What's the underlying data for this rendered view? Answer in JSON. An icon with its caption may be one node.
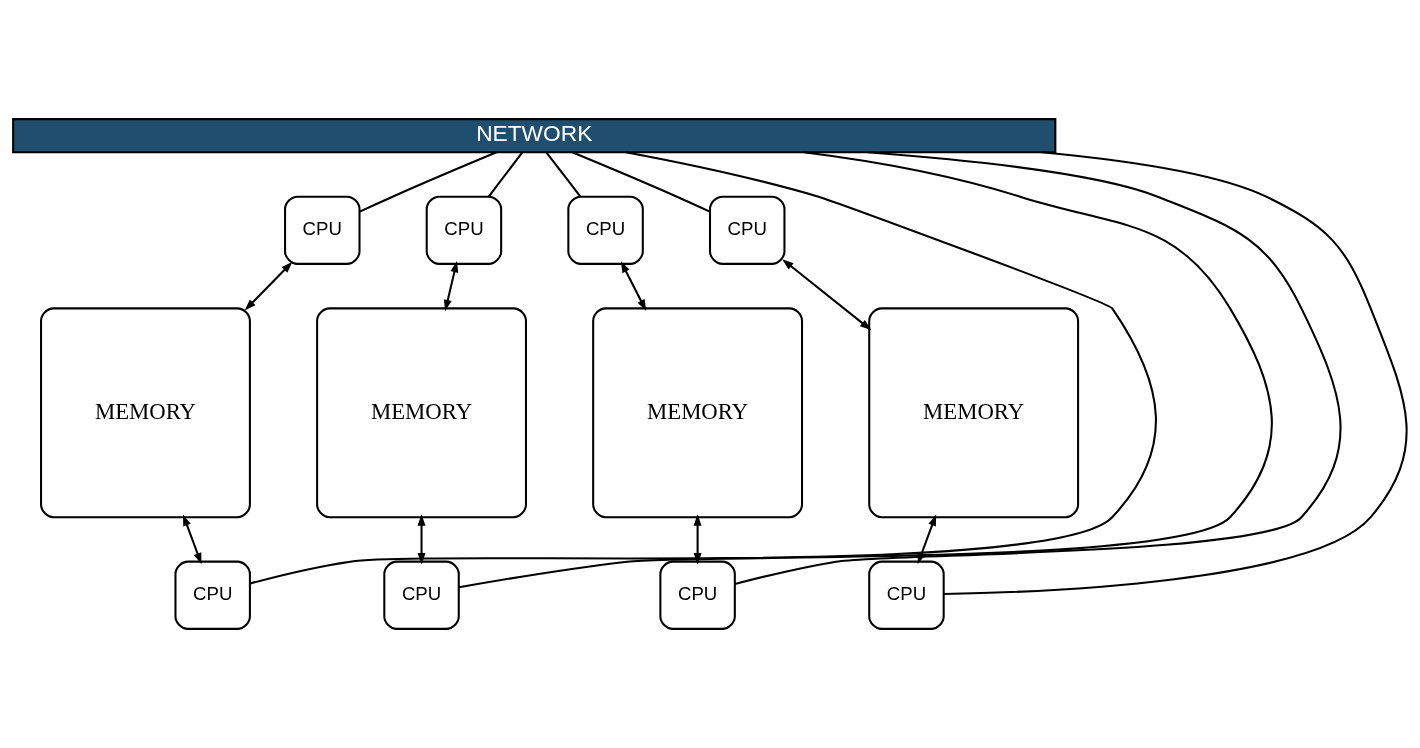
{
  "diagram": {
    "nodes": [
      {
        "text": [
          "NETWORK"
        ]
      },
      {
        "text": [
          "CPU"
        ]
      },
      {
        "text": [
          "CPU"
        ]
      },
      {
        "text": [
          "CPU"
        ]
      },
      {
        "text": [
          "CPU"
        ]
      },
      {
        "text": [
          "MEMORY"
        ]
      },
      {
        "text": [
          "MEMORY"
        ]
      },
      {
        "text": [
          "MEMORY"
        ]
      },
      {
        "text": [
          "MEMORY"
        ]
      },
      {
        "text": [
          "CPU"
        ]
      },
      {
        "text": [
          "CPU"
        ]
      },
      {
        "text": [
          "CPU"
        ]
      },
      {
        "text": [
          "CPU"
        ]
      }
    ],
    "edges": [
      {
        "from": 0,
        "to": 1,
        "arrow": "none"
      },
      {
        "from": 1,
        "to": 5,
        "arrow": "both"
      },
      {
        "from": 5,
        "to": 9,
        "arrow": "both"
      },
      {
        "from": 9,
        "to": 0,
        "arrow": "none"
      },
      {
        "from": 0,
        "to": 2,
        "arrow": "none"
      },
      {
        "from": 2,
        "to": 6,
        "arrow": "both"
      },
      {
        "from": 6,
        "to": 10,
        "arrow": "both"
      },
      {
        "from": 10,
        "to": 0,
        "arrow": "none"
      },
      {
        "from": 0,
        "to": 3,
        "arrow": "none"
      },
      {
        "from": 3,
        "to": 7,
        "arrow": "both"
      },
      {
        "from": 7,
        "to": 11,
        "arrow": "both"
      },
      {
        "from": 11,
        "to": 0,
        "arrow": "none"
      },
      {
        "from": 0,
        "to": 4,
        "arrow": "none"
      },
      {
        "from": 4,
        "to": 8,
        "arrow": "both"
      },
      {
        "from": 8,
        "to": 12,
        "arrow": "both"
      },
      {
        "from": 12,
        "to": 0,
        "arrow": "none"
      }
    ]
  }
}
